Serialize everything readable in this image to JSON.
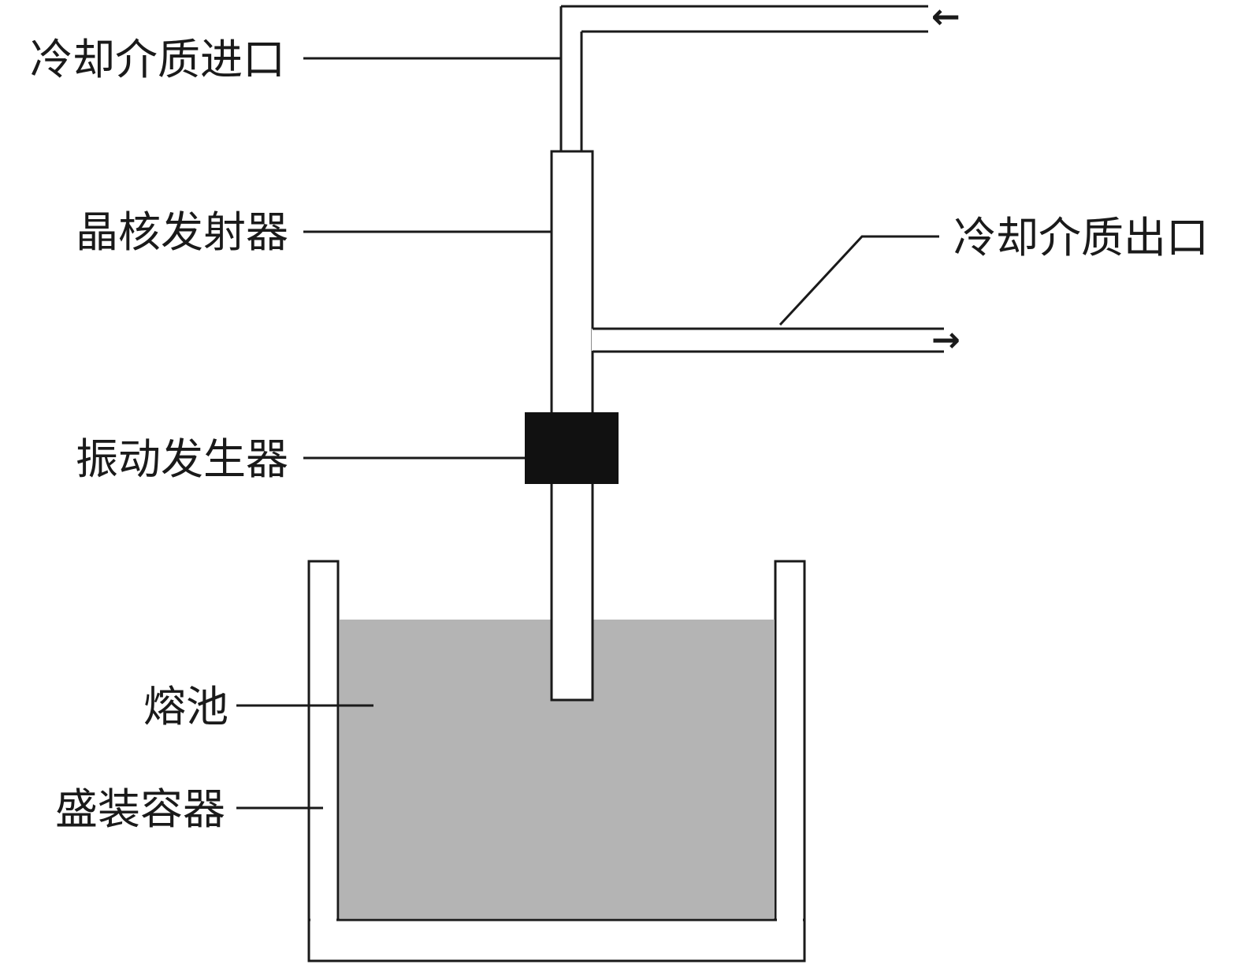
{
  "labels": {
    "coolant_inlet": "冷却介质进口",
    "nucleus_emitter": "晶核发射器",
    "coolant_outlet": "冷却介质出口",
    "vibration_generator": "振动发生器",
    "melt_pool": "熔池",
    "container": "盛装容器"
  },
  "arrows": {
    "inlet": "←",
    "outlet": "→"
  },
  "colors": {
    "melt": "#b4b4b4",
    "line": "#1a1a1a",
    "vibrator": "#111111"
  }
}
